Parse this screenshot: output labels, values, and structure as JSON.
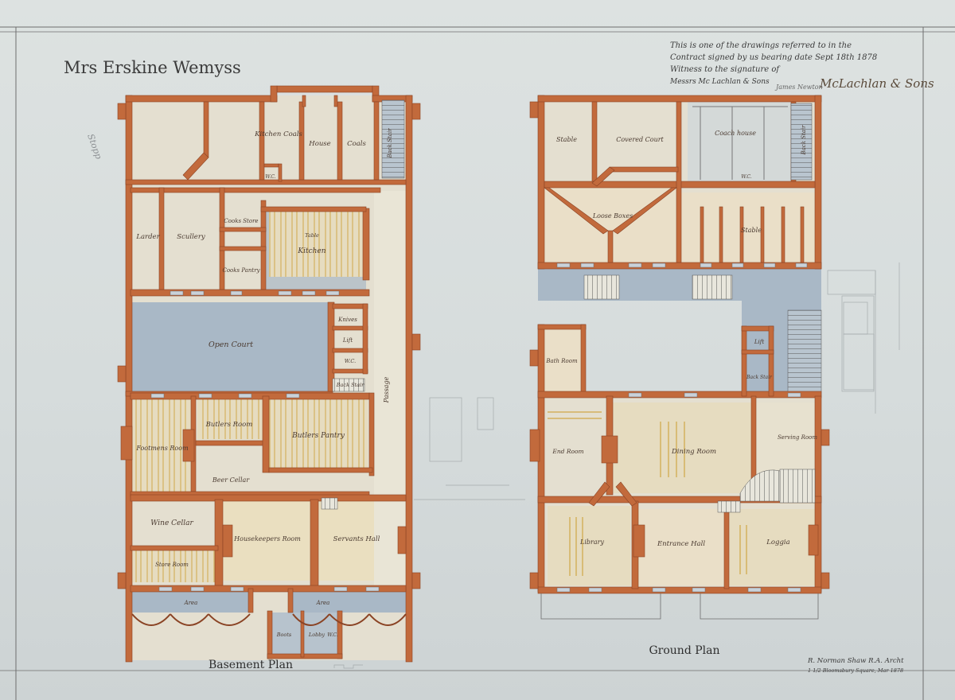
{
  "client": "Mrs Erskine Wemyss",
  "contract_note": {
    "line1": "This is one of the drawings referred to in the",
    "line2": "Contract signed by us bearing date Sept 18th 1878",
    "line3": "Witness to the signature of",
    "line4": "Messrs Mc Lachlan & Sons",
    "signature": "McLachlan & Sons",
    "witness_name": "James Newton"
  },
  "architect": {
    "line1": "R. Norman Shaw R.A. Archt",
    "line2": "1 1/2 Bloomsbury Square, Mar 1878"
  },
  "margin_note": "Stopp",
  "basement": {
    "caption": "Basement Plan",
    "rooms": {
      "kitchen_coals": "Kitchen Coals",
      "house_coals": "House",
      "coals": "Coals",
      "wc_top": "W.C.",
      "back_stair": "Back Stair",
      "larder": "Larder",
      "scullery": "Scullery",
      "cooks_store": "Cooks Store",
      "cooks_pantry": "Cooks Pantry",
      "kitchen": "Kitchen",
      "table": "Table",
      "open_court": "Open Court",
      "knives": "Knives",
      "lift": "Lift",
      "wc_mid": "W.C.",
      "back_stair_2": "Back Stair",
      "passage": "Passage",
      "footmens_room": "Footmens Room",
      "butlers_room": "Butlers Room",
      "butlers_pantry": "Butlers Pantry",
      "beer_cellar": "Beer Cellar",
      "wine_cellar": "Wine Cellar",
      "store_room": "Store Room",
      "housekeepers_room": "Housekeepers Room",
      "servants_hall": "Servants Hall",
      "area_left": "Area",
      "area_right": "Area",
      "boots": "Boots",
      "lobby": "Lobby",
      "wc_bottom": "W.C."
    }
  },
  "ground": {
    "caption": "Ground Plan",
    "rooms": {
      "stable_top": "Stable",
      "covered_court": "Covered Court",
      "coach_house": "Coach house",
      "back_stair": "Back Stair",
      "wc": "W.C.",
      "loose_boxes": "Loose Boxes",
      "stable": "Stable",
      "bath_room": "Bath Room",
      "lift": "Lift",
      "back_stair_2": "Back Stair",
      "end_room": "End Room",
      "dining_room": "Dining Room",
      "serving_room": "Serving Room",
      "library": "Library",
      "entrance_hall": "Entrance Hall",
      "loggia": "Loggia"
    }
  },
  "colors": {
    "wall": "#c26a3c",
    "wall_edge": "#8a4324",
    "paper": "#dbe0df",
    "slate": "#a9b8c6",
    "floor_cream": "#e6dcc4",
    "floor_buff": "#e3d39f",
    "timber": "#d9b25a",
    "ink": "#444444"
  }
}
